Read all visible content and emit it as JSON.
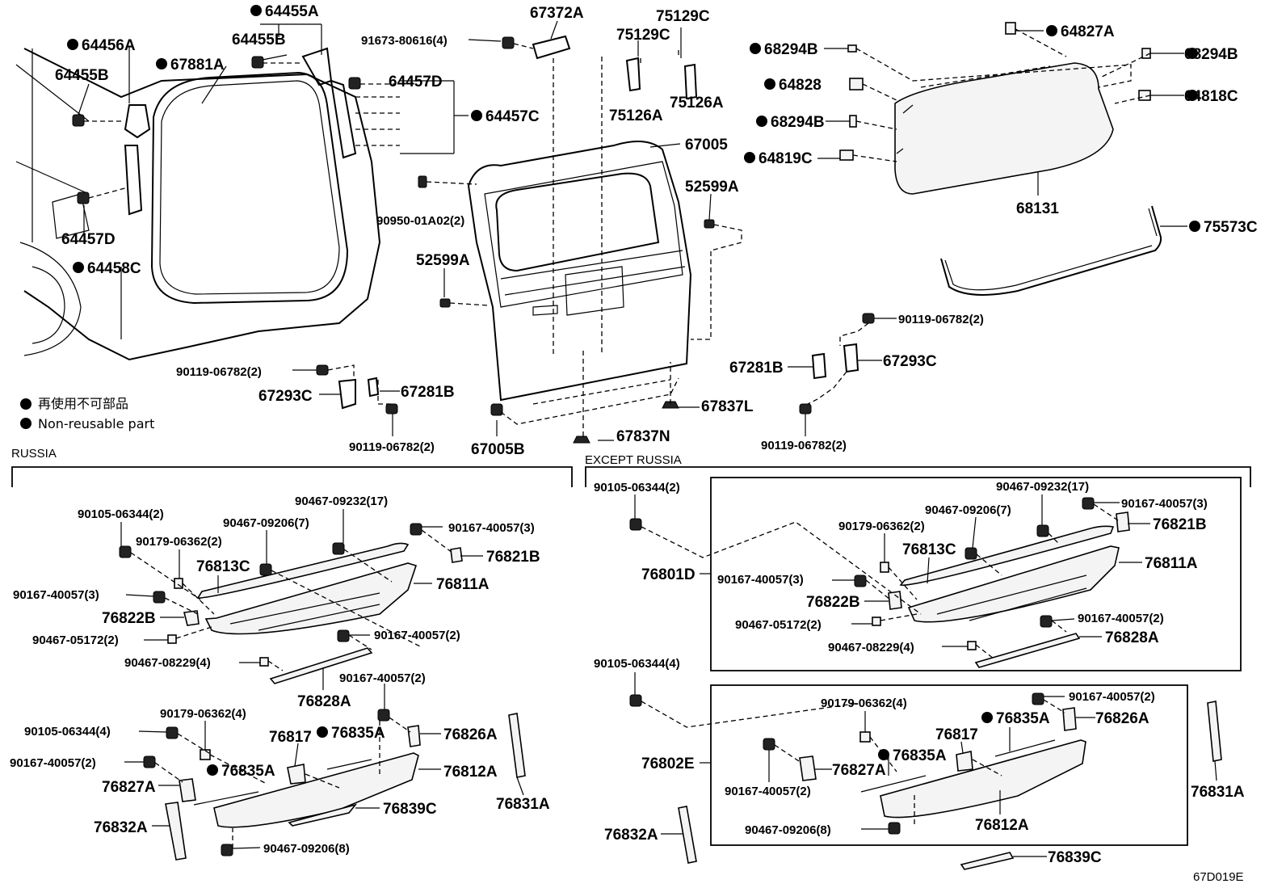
{
  "legend": {
    "jp": "再使用不可部品",
    "en": "Non-reusable part"
  },
  "sections": {
    "russia": "RUSSIA",
    "except_russia": "EXCEPT RUSSIA"
  },
  "figure_code": "67D019E",
  "labels": {
    "l_64455A": "64455A",
    "l_64455B_top": "64455B",
    "l_64456A": "64456A",
    "l_64455B_left": "64455B",
    "l_67881A": "67881A",
    "l_64457D_r": "64457D",
    "l_64457C": "64457C",
    "l_64457D_l": "64457D",
    "l_64458C": "64458C",
    "l_91673": "91673-80616(4)",
    "l_67372A": "67372A",
    "l_75129C_a": "75129C",
    "l_75129C_b": "75129C",
    "l_75126A_a": "75126A",
    "l_75126A_b": "75126A",
    "l_67005": "67005",
    "l_90950": "90950-01A02(2)",
    "l_52599A_r": "52599A",
    "l_52599A_l": "52599A",
    "l_90119_a": "90119-06782(2)",
    "l_67293C_l": "67293C",
    "l_67281B_l": "67281B",
    "l_90119_b": "90119-06782(2)",
    "l_67005B": "67005B",
    "l_67837N": "67837N",
    "l_67837L": "67837L",
    "l_68294B_a": "68294B",
    "l_64827A": "64827A",
    "l_68294B_b": "68294B",
    "l_64828": "64828",
    "l_64818C": "64818C",
    "l_68294B_c": "68294B",
    "l_64819C": "64819C",
    "l_68131": "68131",
    "l_75573C": "75573C",
    "l_90119_c": "90119-06782(2)",
    "l_67281B_r": "67281B",
    "l_67293C_r": "67293C",
    "l_90119_d": "90119-06782(2)",
    "r_90467_09232": "90467-09232(17)",
    "r_90105_06344_a": "90105-06344(2)",
    "r_90467_09206": "90467-09206(7)",
    "r_90167_40057_3a": "90167-40057(3)",
    "r_90179_06362_2": "90179-06362(2)",
    "r_76813C": "76813C",
    "r_76821B": "76821B",
    "r_90167_40057_3b": "90167-40057(3)",
    "r_76811A": "76811A",
    "r_76822B": "76822B",
    "r_90467_05172": "90467-05172(2)",
    "r_90167_40057_2a": "90167-40057(2)",
    "r_90467_08229": "90467-08229(4)",
    "r_76828A": "76828A",
    "r_90167_40057_2b": "90167-40057(2)",
    "r_90179_06362_4": "90179-06362(4)",
    "r_90105_06344_b": "90105-06344(4)",
    "r_76817": "76817",
    "r_76835A_a": "76835A",
    "r_76826A": "76826A",
    "r_90167_40057_2c": "90167-40057(2)",
    "r_76835A_b": "76835A",
    "r_76812A": "76812A",
    "r_76827A": "76827A",
    "r_76831A": "76831A",
    "r_76839C": "76839C",
    "r_76832A": "76832A",
    "r_90467_09206_8": "90467-09206(8)",
    "e_90105_06344_a": "90105-06344(2)",
    "e_90467_09232": "90467-09232(17)",
    "e_90167_40057_3a": "90167-40057(3)",
    "e_90467_09206": "90467-09206(7)",
    "e_76821B": "76821B",
    "e_90179_06362_2": "90179-06362(2)",
    "e_76813C": "76813C",
    "e_76801D": "76801D",
    "e_76811A": "76811A",
    "e_90167_40057_3b": "90167-40057(3)",
    "e_76822B": "76822B",
    "e_90467_05172": "90467-05172(2)",
    "e_90167_40057_2a": "90167-40057(2)",
    "e_76828A": "76828A",
    "e_90467_08229": "90467-08229(4)",
    "e_90105_06344_b": "90105-06344(4)",
    "e_90179_06362_4": "90179-06362(4)",
    "e_90167_40057_2b": "90167-40057(2)",
    "e_76835A_a": "76835A",
    "e_76826A": "76826A",
    "e_76817": "76817",
    "e_76802E": "76802E",
    "e_76835A_b": "76835A",
    "e_76827A": "76827A",
    "e_76831A": "76831A",
    "e_90167_40057_2c": "90167-40057(2)",
    "e_76812A": "76812A",
    "e_90467_09206_8": "90467-09206(8)",
    "e_76832A": "76832A",
    "e_76839C": "76839C"
  }
}
